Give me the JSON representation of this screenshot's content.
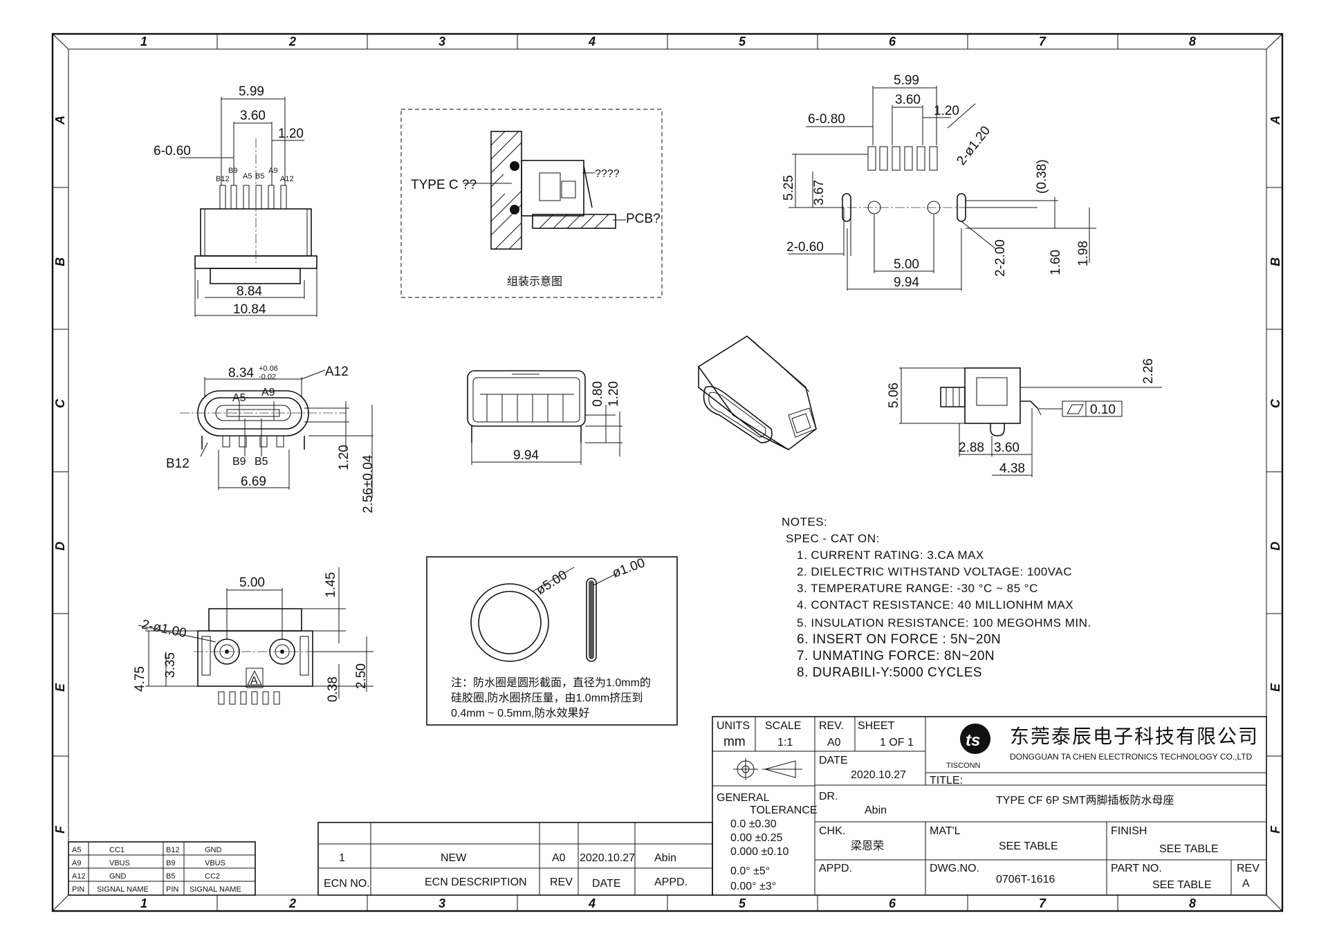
{
  "zones": {
    "columns": [
      "1",
      "2",
      "3",
      "4",
      "5",
      "6",
      "7",
      "8"
    ],
    "rows": [
      "A",
      "B",
      "C",
      "D",
      "E",
      "F"
    ]
  },
  "view_top_left": {
    "dims": [
      "5.99",
      "3.60",
      "1.20",
      "6-0.60",
      "8.84",
      "10.84"
    ],
    "pins": [
      "B12",
      "B9",
      "A5",
      "B5",
      "A9",
      "A12"
    ]
  },
  "assembly": {
    "label_typec": "TYPE C ??",
    "label_q": "????",
    "label_pcb": "PCB?",
    "caption": "组装示意图"
  },
  "view_top_right": {
    "dims": [
      "5.99",
      "3.60",
      "1.20",
      "6-0.80",
      "2-ø1.20",
      "5.25",
      "3.67",
      "(0.38)",
      "2-0.60",
      "5.00",
      "9.94",
      "2-2.00",
      "1.60",
      "1.98"
    ]
  },
  "view_front_left": {
    "dim_main": "8.34",
    "tol_plus": "+0.06",
    "tol_minus": "-0.02",
    "pins": [
      "A12",
      "A5",
      "A9",
      "B12",
      "B9",
      "B5"
    ],
    "dims": [
      "1.20",
      "2.56±0.04",
      "6.69"
    ]
  },
  "view_front_mid": {
    "dims": [
      "0.80",
      "1.20",
      "9.94"
    ]
  },
  "view_side": {
    "dims": [
      "5.06",
      "2.26",
      "2.88",
      "3.60",
      "4.38"
    ],
    "flatness": "0.10"
  },
  "view_bottom_left": {
    "dims": [
      "5.00",
      "1.45",
      "2-ø1.00",
      "4.75",
      "3.35",
      "0.38",
      "2.50"
    ],
    "pin_mark": "A"
  },
  "seal": {
    "dia_outer": "ø5.00",
    "dia_wire": "ø1.00",
    "note_lines": [
      "注：防水圈是圆形截面，直径为1.0mm的",
      "硅胶圈,防水圈挤压量，由1.0mm挤压到",
      "0.4mm ~ 0.5mm,防水效果好"
    ]
  },
  "notes": {
    "header": "NOTES:",
    "sub": "SPEC - CAT ON:",
    "items": [
      "1. CURRENT RATING: 3.CA MAX",
      "2. DIELECTRIC WITHSTAND VOLTAGE: 100VAC",
      "3. TEMPERATURE RANGE: -30 °C ~ 85 °C",
      "4. CONTACT RESISTANCE: 40 MILLIONHM MAX",
      "5. INSULATION RESISTANCE: 100 MEGOHMS MIN.",
      "6.  INSERT ON  FORCE  :  5N~20N",
      "7.  UNMATING  FORCE:  8N~20N",
      "8.  DURABILI-Y:5000  CYCLES"
    ]
  },
  "pin_table": {
    "headers": [
      "PIN",
      "SIGNAL NAME",
      "PIN",
      "SIGNAL NAME"
    ],
    "rows": [
      [
        "A5",
        "CC1",
        "B12",
        "GND"
      ],
      [
        "A9",
        "VBUS",
        "B9",
        "VBUS"
      ],
      [
        "A12",
        "GND",
        "B5",
        "CC2"
      ]
    ]
  },
  "ecn_table": {
    "row": [
      "1",
      "NEW",
      "A0",
      "2020.10.27",
      "Abin"
    ],
    "headers": [
      "ECN NO.",
      "ECN  DESCRIPTION",
      "REV",
      "DATE",
      "APPD."
    ]
  },
  "title_block": {
    "units_label": "UNITS",
    "units_value": "mm",
    "scale_label": "SCALE",
    "scale_value": "1:1",
    "rev_label": "REV.",
    "rev_value": "A0",
    "sheet_label": "SHEET",
    "sheet_value": "1 OF 1",
    "company_cn": "东莞泰辰电子科技有限公司",
    "company_en": "DONGGUAN TA CHEN ELECTRONICS TECHNOLOGY CO.,LTD",
    "logo_text": "TISCONN",
    "date_label": "DATE",
    "date_value": "2020.10.27",
    "title_label": "TITLE:",
    "title_value": "TYPE CF 6P SMT两脚插板防水母座",
    "general": "GENERAL",
    "tolerance": "TOLERANCE",
    "tol_lines": [
      "0.0   ±0.30",
      "0.00 ±0.25",
      "0.000 ±0.10",
      "0.0°  ±5°",
      "0.00° ±3°"
    ],
    "dr_label": "DR.",
    "dr_value": "Abin",
    "chk_label": "CHK.",
    "chk_value": "梁恩荣",
    "appd_label": "APPD.",
    "matl_label": "MAT'L",
    "matl_value": "SEE TABLE",
    "finish_label": "FINISH",
    "finish_value": "SEE TABLE",
    "dwg_label": "DWG.NO.",
    "dwg_value": "0706T-1616",
    "part_label": "PART NO.",
    "part_value": "SEE TABLE",
    "rev2_label": "REV",
    "rev2_value": "A"
  }
}
